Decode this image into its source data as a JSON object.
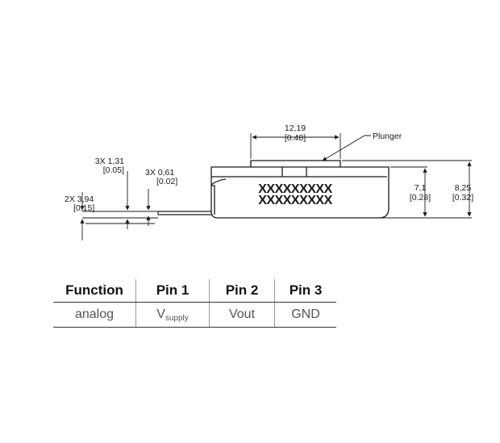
{
  "drawing": {
    "dim_width_mm": "12,19",
    "dim_width_in": "[0.48]",
    "plunger_label": "Plunger",
    "dim_lead_pitch_mm": "3X 1,31",
    "dim_lead_pitch_in": "[0.05]",
    "dim_lead_thick_mm": "3X 0,61",
    "dim_lead_thick_in": "[0.02]",
    "dim_lead_len_mm": "2X 3,94",
    "dim_lead_len_in": "[0.15]",
    "dim_body_h_mm": "7,1",
    "dim_body_h_in": "[0.28]",
    "dim_total_h_mm": "8,25",
    "dim_total_h_in": "[0.32]",
    "marking_line1": "XXXXXXXXX",
    "marking_line2": "XXXXXXXXX"
  },
  "table": {
    "headers": [
      "Function",
      "Pin 1",
      "Pin 2",
      "Pin 3"
    ],
    "row": {
      "function": "analog",
      "pin1_main": "V",
      "pin1_sub": "supply",
      "pin2": "Vout",
      "pin3": "GND"
    }
  }
}
